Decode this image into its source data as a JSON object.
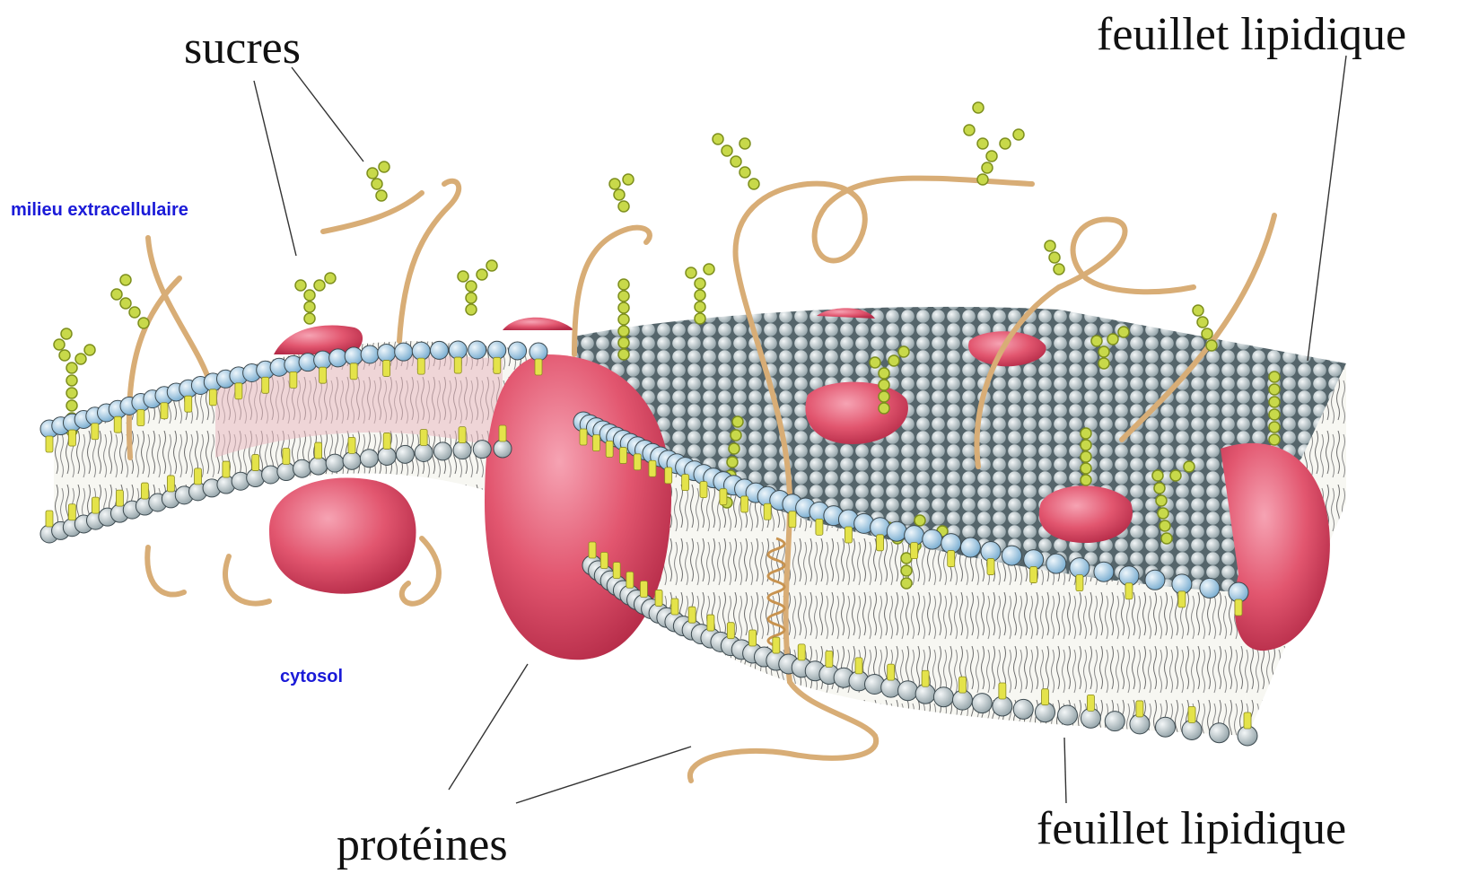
{
  "labels": {
    "sugars": "sucres",
    "lipid_leaflet_top": "feuillet lipidique",
    "lipid_leaflet_bottom": "feuillet lipidique",
    "proteins": "protéines",
    "extracellular": "milieu extracellulaire",
    "cytosol": "cytosol"
  },
  "colors": {
    "head_top": "#a9cfe6",
    "head_bottom": "#dfeaf0",
    "tail_yellow": "#e4e34a",
    "protein": "#e2566f",
    "protein_dark": "#c23a55",
    "sugar_green": "#b6d23c",
    "chain": "#d8ad76",
    "region_label": "#1a1ad8"
  }
}
